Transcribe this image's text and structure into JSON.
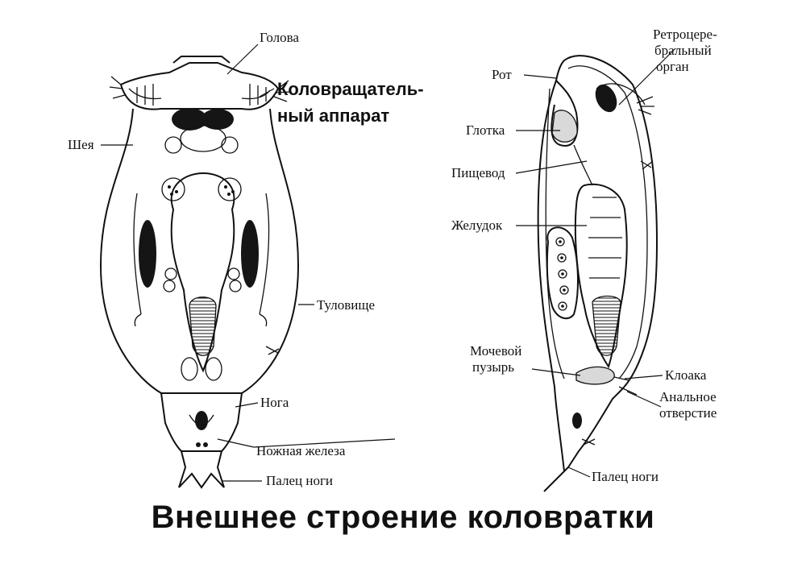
{
  "title": "Внешнее строение коловратки",
  "left_view": {
    "labels": {
      "head": "Голова",
      "corona_line1": "Коловращатель-",
      "corona_line2": "ный аппарат",
      "neck": "Шея",
      "trunk": "Туловище",
      "foot": "Нога",
      "pedal_gland": "Ножная железа",
      "toe": "Палец ноги"
    }
  },
  "right_view": {
    "labels": {
      "retrocerebral_line1": "Ретроцере-",
      "retrocerebral_line2": "бральный",
      "retrocerebral_line3": "орган",
      "mouth": "Рот",
      "pharynx": "Глотка",
      "esophagus": "Пищевод",
      "stomach": "Желудок",
      "bladder_line1": "Мочевой",
      "bladder_line2": "пузырь",
      "cloaca": "Клоака",
      "anus_line1": "Анальное",
      "anus_line2": "отверстие",
      "toe": "Палец ноги"
    }
  }
}
